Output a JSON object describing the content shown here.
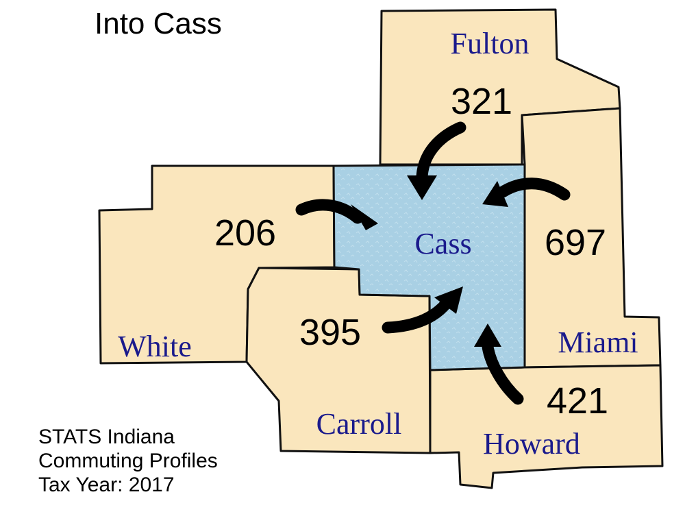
{
  "title": "Into Cass",
  "colors": {
    "neighbor_fill": "#fae6bd",
    "cass_fill": "#a9d0e4",
    "label_color": "#1a1a8c",
    "border": "#111111"
  },
  "destination": {
    "county": "Cass"
  },
  "flows": [
    {
      "from": "Fulton",
      "commuters": "321"
    },
    {
      "from": "White",
      "commuters": "206"
    },
    {
      "from": "Miami",
      "commuters": "697"
    },
    {
      "from": "Carroll",
      "commuters": "395"
    },
    {
      "from": "Howard",
      "commuters": "421"
    }
  ],
  "counties": {
    "fulton": "Fulton",
    "white": "White",
    "cass": "Cass",
    "miami": "Miami",
    "carroll": "Carroll",
    "howard": "Howard"
  },
  "source": {
    "line1": "STATS Indiana",
    "line2": "Commuting Profiles",
    "line3": "Tax Year: 2017"
  }
}
